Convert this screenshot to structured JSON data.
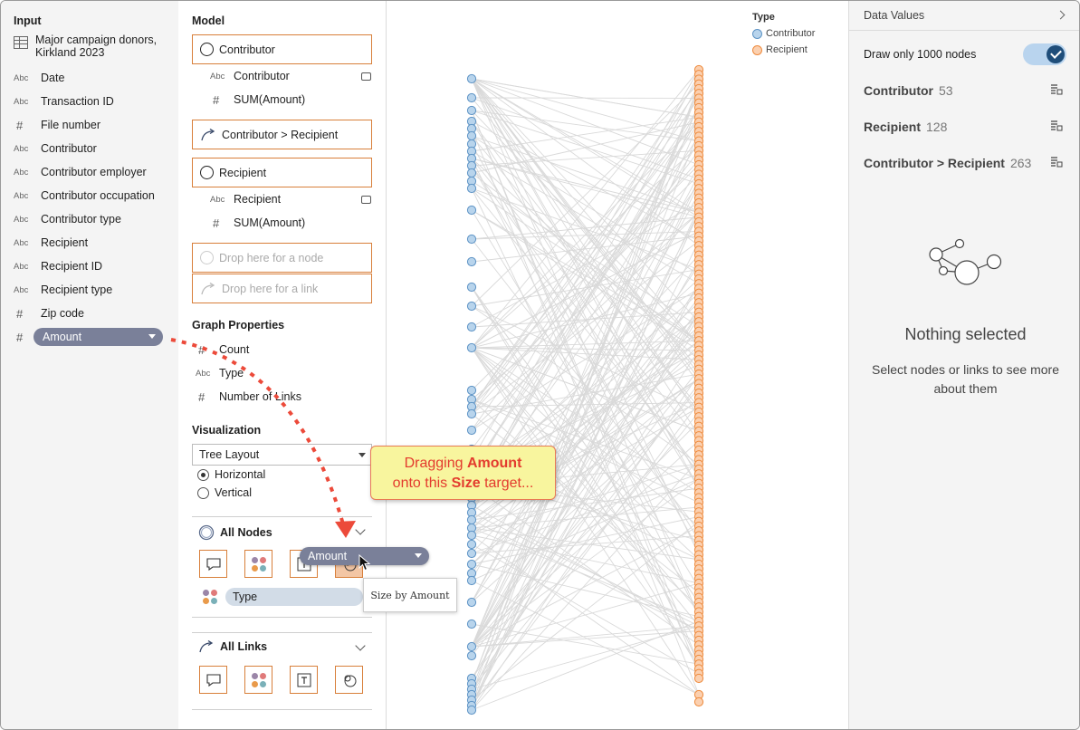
{
  "input": {
    "title": "Input",
    "source_line1": "Major campaign donors,",
    "source_line2": "Kirkland 2023",
    "fields": [
      {
        "type": "Abc",
        "label": "Date"
      },
      {
        "type": "Abc",
        "label": "Transaction ID"
      },
      {
        "type": "#",
        "label": "File number"
      },
      {
        "type": "Abc",
        "label": "Contributor"
      },
      {
        "type": "Abc",
        "label": "Contributor employer"
      },
      {
        "type": "Abc",
        "label": "Contributor occupation"
      },
      {
        "type": "Abc",
        "label": "Contributor type"
      },
      {
        "type": "Abc",
        "label": "Recipient"
      },
      {
        "type": "Abc",
        "label": "Recipient ID"
      },
      {
        "type": "Abc",
        "label": "Recipient type"
      },
      {
        "type": "#",
        "label": "Zip code"
      },
      {
        "type": "#",
        "label": "Amount"
      }
    ]
  },
  "model": {
    "title": "Model",
    "node1": "Contributor",
    "node1_fields": [
      {
        "type": "Abc",
        "label": "Contributor"
      },
      {
        "type": "#",
        "label": "SUM(Amount)"
      }
    ],
    "link1": "Contributor > Recipient",
    "node2": "Recipient",
    "node2_fields": [
      {
        "type": "Abc",
        "label": "Recipient"
      },
      {
        "type": "#",
        "label": "SUM(Amount)"
      }
    ],
    "drop_node": "Drop here for a node",
    "drop_link": "Drop here for a link",
    "graph_props_title": "Graph Properties",
    "graph_props": [
      {
        "type": "#",
        "label": "Count"
      },
      {
        "type": "Abc",
        "label": "Type"
      },
      {
        "type": "#",
        "label": "Number of Links"
      }
    ],
    "viz_title": "Visualization",
    "layout": "Tree Layout",
    "orientation_options": [
      "Horizontal",
      "Vertical"
    ],
    "orientation_selected": "Horizontal",
    "all_nodes": "All Nodes",
    "color_pill": "Type",
    "all_links": "All Links"
  },
  "legend": {
    "title": "Type",
    "items": [
      {
        "label": "Contributor",
        "fill": "#b8d4ec",
        "stroke": "#5d93c5"
      },
      {
        "label": "Recipient",
        "fill": "#fbd0b0",
        "stroke": "#ee8a3c"
      }
    ]
  },
  "right_panel": {
    "header": "Data Values",
    "toggle_label": "Draw only 1000 nodes",
    "toggle_on": true,
    "stats": [
      {
        "label": "Contributor",
        "count": "53"
      },
      {
        "label": "Recipient",
        "count": "128"
      },
      {
        "label": "Contributor > Recipient",
        "count": "263"
      }
    ],
    "nothing_title": "Nothing selected",
    "nothing_line1": "Select nodes or links to see more",
    "nothing_line2": "about them"
  },
  "overlay": {
    "callout_pre1": "Dragging ",
    "callout_bold1": "Amount",
    "callout_pre2": "onto this ",
    "callout_bold2": "Size",
    "callout_post2": " target...",
    "drag_pill": "Amount",
    "tooltip": "Size by Amount"
  },
  "colors": {
    "accent_orange": "#d87f3a",
    "pill": "#7a8099",
    "link": "#d9d9d9",
    "arrow": "#ec4a3a"
  }
}
